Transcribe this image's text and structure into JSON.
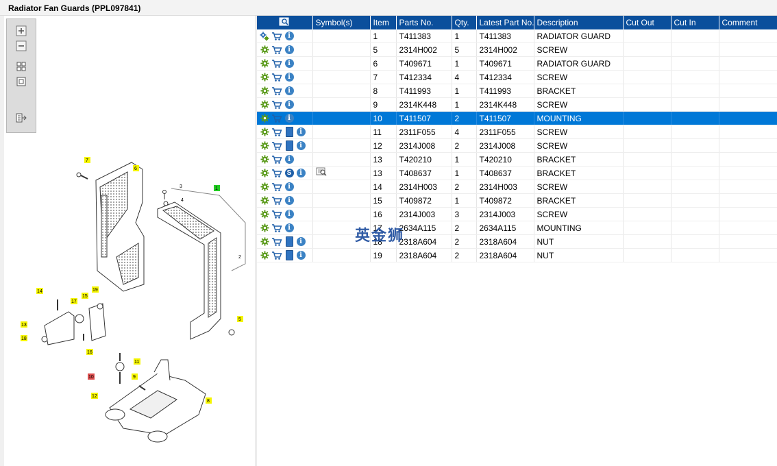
{
  "window": {
    "title": "Radiator Fan Guards (PPL097841)"
  },
  "table": {
    "columns": [
      "Symbol(s)",
      "Item",
      "Parts No.",
      "Qty.",
      "Latest Part No.",
      "Description",
      "Cut Out",
      "Cut In",
      "Comment"
    ],
    "rows": [
      {
        "item": "1",
        "part": "T411383",
        "qty": "1",
        "latest": "T411383",
        "desc": "RADIATOR GUARD",
        "cog": "multi",
        "book": false,
        "s": false,
        "view": false,
        "selected": false
      },
      {
        "item": "5",
        "part": "2314H002",
        "qty": "5",
        "latest": "2314H002",
        "desc": "SCREW",
        "cog": "single",
        "book": false,
        "s": false,
        "view": false,
        "selected": false
      },
      {
        "item": "6",
        "part": "T409671",
        "qty": "1",
        "latest": "T409671",
        "desc": "RADIATOR GUARD",
        "cog": "single",
        "book": false,
        "s": false,
        "view": false,
        "selected": false
      },
      {
        "item": "7",
        "part": "T412334",
        "qty": "4",
        "latest": "T412334",
        "desc": "SCREW",
        "cog": "single",
        "book": false,
        "s": false,
        "view": false,
        "selected": false
      },
      {
        "item": "8",
        "part": "T411993",
        "qty": "1",
        "latest": "T411993",
        "desc": "BRACKET",
        "cog": "single",
        "book": false,
        "s": false,
        "view": false,
        "selected": false
      },
      {
        "item": "9",
        "part": "2314K448",
        "qty": "1",
        "latest": "2314K448",
        "desc": "SCREW",
        "cog": "single",
        "book": false,
        "s": false,
        "view": false,
        "selected": false
      },
      {
        "item": "10",
        "part": "T411507",
        "qty": "2",
        "latest": "T411507",
        "desc": "MOUNTING",
        "cog": "single",
        "book": false,
        "s": false,
        "view": false,
        "selected": true
      },
      {
        "item": "11",
        "part": "2311F055",
        "qty": "4",
        "latest": "2311F055",
        "desc": "SCREW",
        "cog": "single",
        "book": true,
        "s": false,
        "view": false,
        "selected": false
      },
      {
        "item": "12",
        "part": "2314J008",
        "qty": "2",
        "latest": "2314J008",
        "desc": "SCREW",
        "cog": "single",
        "book": true,
        "s": false,
        "view": false,
        "selected": false
      },
      {
        "item": "13",
        "part": "T420210",
        "qty": "1",
        "latest": "T420210",
        "desc": "BRACKET",
        "cog": "single",
        "book": false,
        "s": false,
        "view": false,
        "selected": false
      },
      {
        "item": "13",
        "part": "T408637",
        "qty": "1",
        "latest": "T408637",
        "desc": "BRACKET",
        "cog": "single",
        "book": false,
        "s": true,
        "view": true,
        "selected": false
      },
      {
        "item": "14",
        "part": "2314H003",
        "qty": "2",
        "latest": "2314H003",
        "desc": "SCREW",
        "cog": "single",
        "book": false,
        "s": false,
        "view": false,
        "selected": false
      },
      {
        "item": "15",
        "part": "T409872",
        "qty": "1",
        "latest": "T409872",
        "desc": "BRACKET",
        "cog": "single",
        "book": false,
        "s": false,
        "view": false,
        "selected": false
      },
      {
        "item": "16",
        "part": "2314J003",
        "qty": "3",
        "latest": "2314J003",
        "desc": "SCREW",
        "cog": "single",
        "book": false,
        "s": false,
        "view": false,
        "selected": false
      },
      {
        "item": "17",
        "part": "2634A115",
        "qty": "2",
        "latest": "2634A115",
        "desc": "MOUNTING",
        "cog": "single",
        "book": false,
        "s": false,
        "view": false,
        "selected": false
      },
      {
        "item": "18",
        "part": "2318A604",
        "qty": "2",
        "latest": "2318A604",
        "desc": "NUT",
        "cog": "single",
        "book": true,
        "s": false,
        "view": false,
        "selected": false
      },
      {
        "item": "19",
        "part": "2318A604",
        "qty": "2",
        "latest": "2318A604",
        "desc": "NUT",
        "cog": "single",
        "book": true,
        "s": false,
        "view": false,
        "selected": false
      }
    ]
  },
  "diagram": {
    "callouts": [
      "7",
      "6",
      "1",
      "3",
      "4",
      "2",
      "5",
      "14",
      "17",
      "15",
      "19",
      "13",
      "18",
      "16",
      "11",
      "10",
      "9",
      "12",
      "8"
    ]
  },
  "watermark": "英金狮",
  "colors": {
    "header": "#0b4f9c",
    "selection": "#0078d7",
    "callout": "#f5f500",
    "callout_highlight": "#e05050",
    "callout_green": "#22cc22"
  }
}
